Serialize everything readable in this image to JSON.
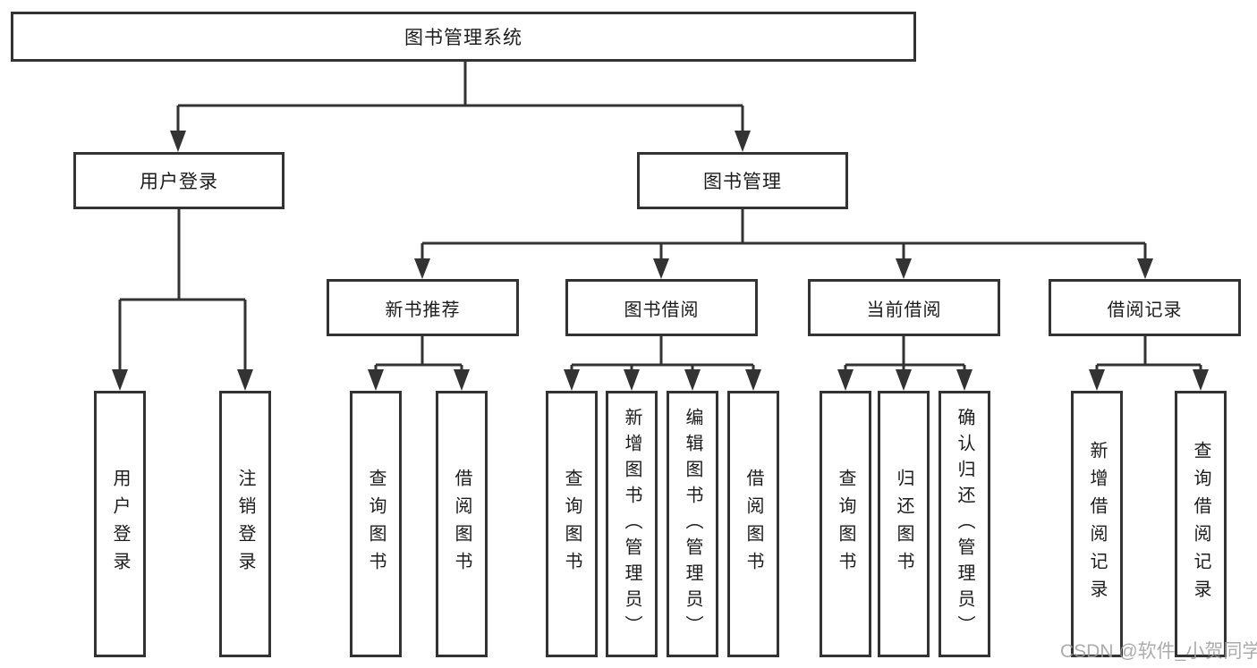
{
  "colors": {
    "line": "#333333",
    "box_border": "#333333",
    "text": "#1c1c1c",
    "watermark": "#9e9e9e",
    "background": "#ffffff"
  },
  "diagram": {
    "root": {
      "label": "图书管理系统"
    },
    "level2": [
      {
        "id": "user-login",
        "label": "用户登录"
      },
      {
        "id": "book-management",
        "label": "图书管理"
      }
    ],
    "level3": [
      {
        "id": "new-book-recommend",
        "label": "新书推荐"
      },
      {
        "id": "book-borrowing",
        "label": "图书借阅"
      },
      {
        "id": "current-borrowing",
        "label": "当前借阅"
      },
      {
        "id": "borrowing-records",
        "label": "借阅记录"
      }
    ],
    "leaves": [
      {
        "id": "user-login-leaf",
        "parent": "user-login",
        "label": "用户登录"
      },
      {
        "id": "logout-leaf",
        "parent": "user-login",
        "label": "注销登录"
      },
      {
        "id": "query-books-recommend",
        "parent": "new-book-recommend",
        "label": "查询图书"
      },
      {
        "id": "borrow-books-recommend",
        "parent": "new-book-recommend",
        "label": "借阅图书"
      },
      {
        "id": "query-books-borrowing",
        "parent": "book-borrowing",
        "label": "查询图书"
      },
      {
        "id": "add-books-admin",
        "parent": "book-borrowing",
        "label": "新增图书（管理员）"
      },
      {
        "id": "edit-books-admin",
        "parent": "book-borrowing",
        "label": "编辑图书（管理员）"
      },
      {
        "id": "borrow-books-borrowing",
        "parent": "book-borrowing",
        "label": "借阅图书"
      },
      {
        "id": "query-books-current",
        "parent": "current-borrowing",
        "label": "查询图书"
      },
      {
        "id": "return-books",
        "parent": "current-borrowing",
        "label": "归还图书"
      },
      {
        "id": "confirm-return-admin",
        "parent": "current-borrowing",
        "label": "确认归还（管理员）"
      },
      {
        "id": "add-borrow-record",
        "parent": "borrowing-records",
        "label": "新增借阅记录"
      },
      {
        "id": "query-borrow-record",
        "parent": "borrowing-records",
        "label": "查询借阅记录"
      }
    ],
    "watermark": "CSDN @软件_小贺同学"
  }
}
